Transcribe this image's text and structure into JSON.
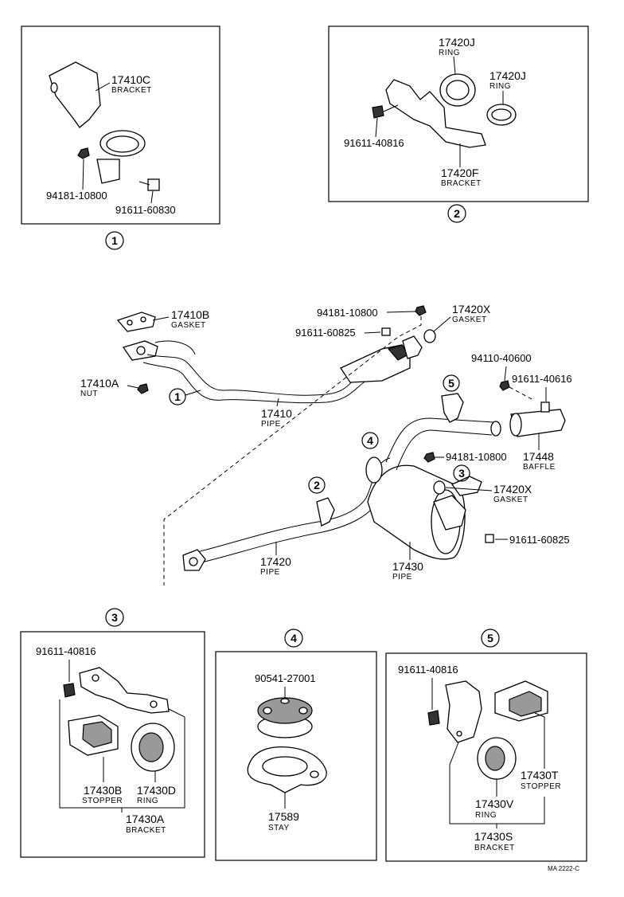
{
  "callouts": {
    "c1": {
      "num": "1",
      "parts": [
        {
          "pn": "17410C",
          "desc": "BRACKET"
        },
        {
          "pn": "94181-10800",
          "desc": ""
        },
        {
          "pn": "91611-60830",
          "desc": ""
        }
      ]
    },
    "c2": {
      "num": "2",
      "parts": [
        {
          "pn": "17420J",
          "desc": "RING"
        },
        {
          "pn": "17420J",
          "desc": "RING"
        },
        {
          "pn": "91611-40816",
          "desc": ""
        },
        {
          "pn": "17420F",
          "desc": "BRACKET"
        }
      ]
    },
    "c3": {
      "num": "3",
      "parts": [
        {
          "pn": "91611-40816",
          "desc": ""
        },
        {
          "pn": "17430B",
          "desc": "STOPPER"
        },
        {
          "pn": "17430D",
          "desc": "RING"
        },
        {
          "pn": "17430A",
          "desc": "BRACKET"
        }
      ]
    },
    "c4": {
      "num": "4",
      "parts": [
        {
          "pn": "90541-27001",
          "desc": ""
        },
        {
          "pn": "17589",
          "desc": "STAY"
        }
      ]
    },
    "c5": {
      "num": "5",
      "parts": [
        {
          "pn": "91611-40816",
          "desc": ""
        },
        {
          "pn": "17430T",
          "desc": "STOPPER"
        },
        {
          "pn": "17430V",
          "desc": "RING"
        },
        {
          "pn": "17430S",
          "desc": "BRACKET"
        }
      ]
    }
  },
  "main": {
    "parts": [
      {
        "pn": "17410B",
        "desc": "GASKET"
      },
      {
        "pn": "94181-10800",
        "desc": ""
      },
      {
        "pn": "17420X",
        "desc": "GASKET"
      },
      {
        "pn": "91611-60825",
        "desc": ""
      },
      {
        "pn": "17410A",
        "desc": "NUT"
      },
      {
        "pn": "94110-40600",
        "desc": ""
      },
      {
        "pn": "91611-40616",
        "desc": ""
      },
      {
        "pn": "17410",
        "desc": "PIPE"
      },
      {
        "pn": "17448",
        "desc": "BAFFLE"
      },
      {
        "pn": "94181-10800",
        "desc": ""
      },
      {
        "pn": "17420X",
        "desc": "GASKET"
      },
      {
        "pn": "91611-60825",
        "desc": ""
      },
      {
        "pn": "17420",
        "desc": "PIPE"
      },
      {
        "pn": "17430",
        "desc": "PIPE"
      }
    ],
    "markers": [
      "1",
      "2",
      "3",
      "4",
      "5"
    ]
  },
  "footer": {
    "code": "MA 2222-C"
  }
}
